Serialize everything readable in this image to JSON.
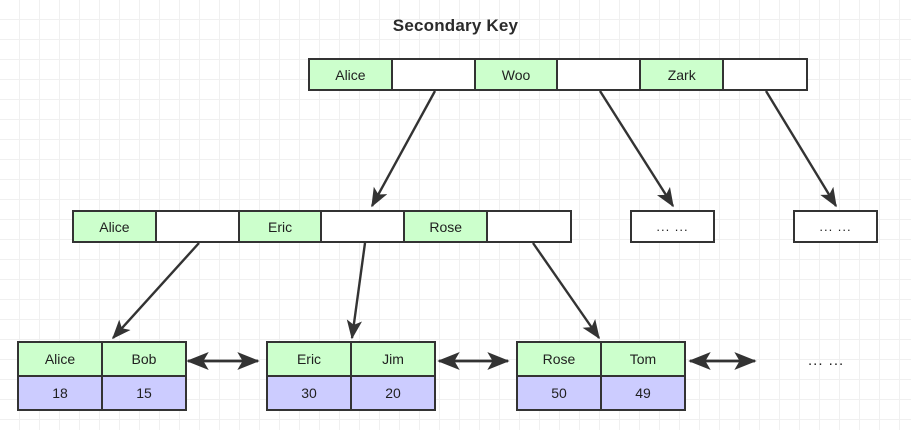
{
  "title": "Secondary Key",
  "colors": {
    "key_cell": "#ccffcc",
    "value_cell": "#ccccff",
    "pointer_cell": "#ffffff",
    "border": "#333333",
    "text": "#1f1f1f",
    "grid_minor": "#f0f0f0",
    "grid_major": "#e6e6e6",
    "background": "#ffffff"
  },
  "root_node": {
    "name": "root-index-node",
    "cells": [
      {
        "label": "Alice",
        "type": "key"
      },
      {
        "label": "",
        "type": "pointer"
      },
      {
        "label": "Woo",
        "type": "key"
      },
      {
        "label": "",
        "type": "pointer"
      },
      {
        "label": "Zark",
        "type": "key"
      },
      {
        "label": "",
        "type": "pointer"
      }
    ]
  },
  "internal_node": {
    "name": "internal-index-node",
    "cells": [
      {
        "label": "Alice",
        "type": "key"
      },
      {
        "label": "",
        "type": "pointer"
      },
      {
        "label": "Eric",
        "type": "key"
      },
      {
        "label": "",
        "type": "pointer"
      },
      {
        "label": "Rose",
        "type": "key"
      },
      {
        "label": "",
        "type": "pointer"
      }
    ]
  },
  "internal_ellipsis_nodes": [
    {
      "label": "... ..."
    },
    {
      "label": "... ..."
    }
  ],
  "leaf_nodes": [
    {
      "keys": [
        "Alice",
        "Bob"
      ],
      "values": [
        "18",
        "15"
      ]
    },
    {
      "keys": [
        "Eric",
        "Jim"
      ],
      "values": [
        "30",
        "20"
      ]
    },
    {
      "keys": [
        "Rose",
        "Tom"
      ],
      "values": [
        "50",
        "49"
      ]
    }
  ],
  "leaf_trailing_ellipsis": "... ..."
}
